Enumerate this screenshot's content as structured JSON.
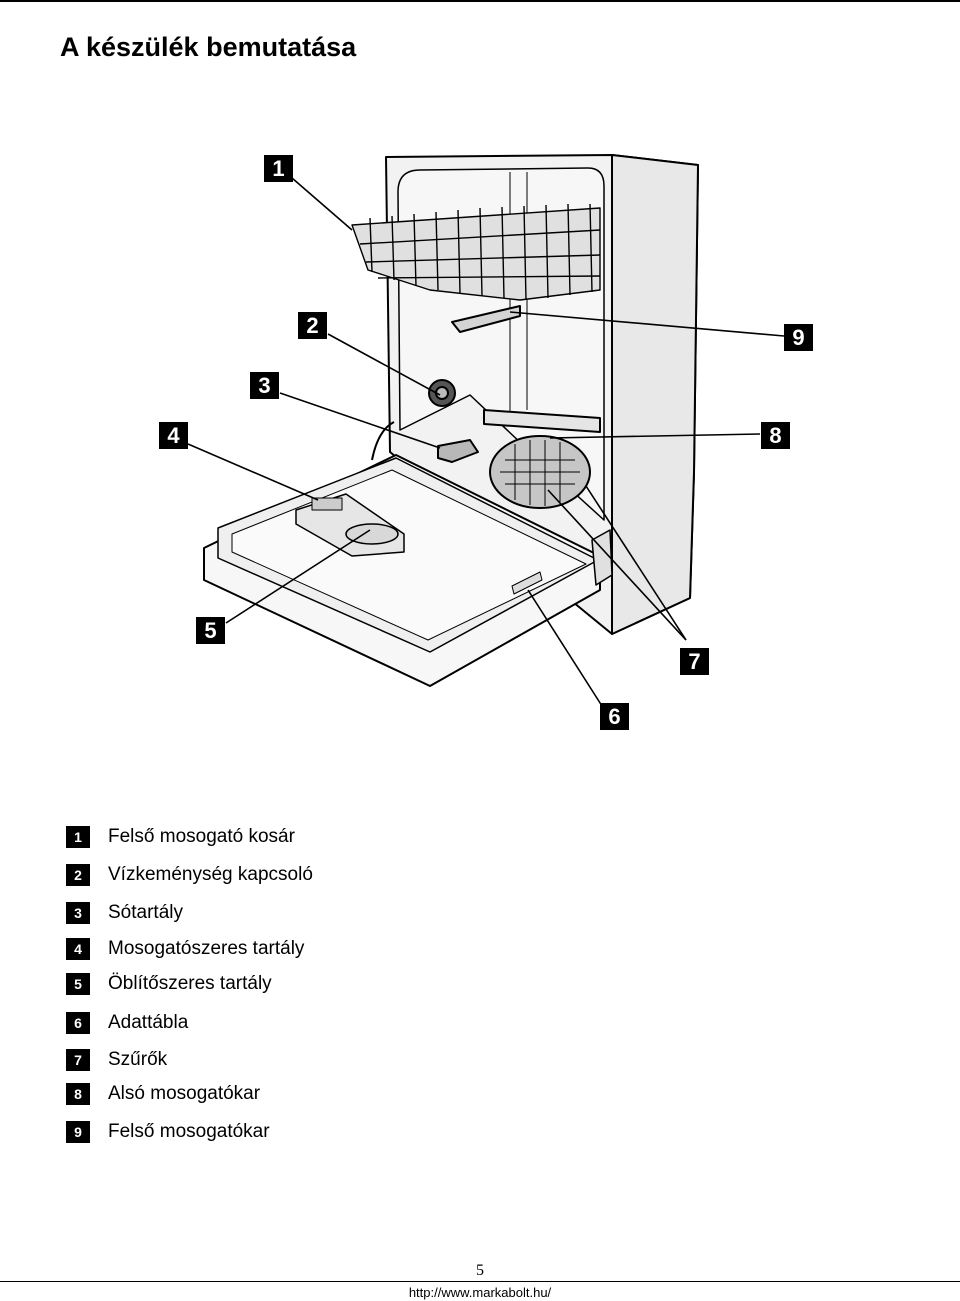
{
  "page": {
    "title": "A készülék bemutatása",
    "page_number": "5",
    "footer_url": "http://www.markabolt.hu/"
  },
  "callouts": [
    "1",
    "2",
    "3",
    "4",
    "5",
    "6",
    "7",
    "8",
    "9"
  ],
  "legend": [
    {
      "num": "1",
      "label": "Felső mosogató kosár"
    },
    {
      "num": "2",
      "label": "Vízkeménység kapcsoló"
    },
    {
      "num": "3",
      "label": "Sótartály"
    },
    {
      "num": "4",
      "label": "Mosogatószeres tartály"
    },
    {
      "num": "5",
      "label": "Öblítőszeres tartály"
    },
    {
      "num": "6",
      "label": "Adattábla"
    },
    {
      "num": "7",
      "label": "Szűrők"
    },
    {
      "num": "8",
      "label": "Alsó mosogatókar"
    },
    {
      "num": "9",
      "label": "Felső mosogatókar"
    }
  ]
}
